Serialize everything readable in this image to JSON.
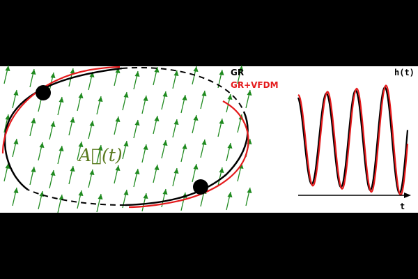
{
  "legend": {
    "gr_label": "GR",
    "vfdm_label": "GR+VFDM"
  },
  "field_label": "A⃗(t)",
  "waveform": {
    "ylabel": "h(t)",
    "xlabel": "t"
  },
  "colors": {
    "gr": "#000000",
    "vfdm": "#e41a1c",
    "field_arrow": "#1f8a1f",
    "background": "#ffffff",
    "field_label": "#5a7a1f"
  }
}
